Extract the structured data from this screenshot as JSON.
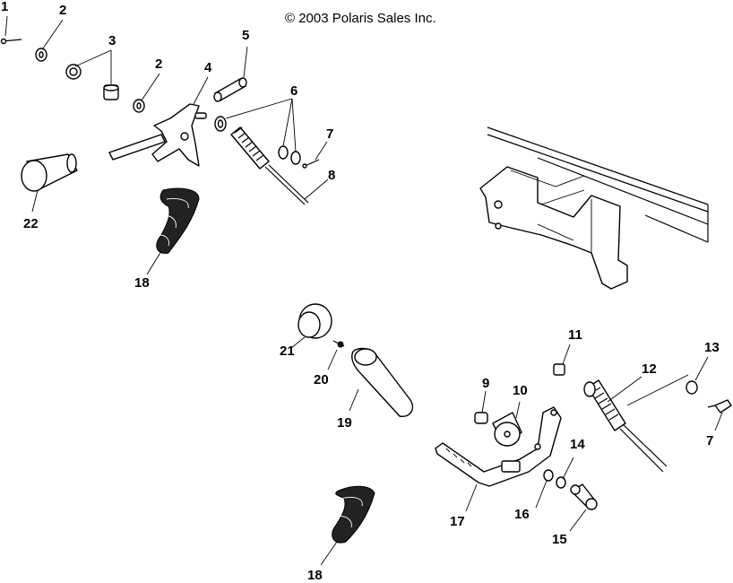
{
  "copyright": "© 2003 Polaris Sales Inc.",
  "callouts": {
    "c1": "1",
    "c2a": "2",
    "c2b": "2",
    "c3": "3",
    "c4": "4",
    "c5": "5",
    "c6": "6",
    "c7a": "7",
    "c7b": "7",
    "c8": "8",
    "c9": "9",
    "c10": "10",
    "c11": "11",
    "c12": "12",
    "c13": "13",
    "c14": "14",
    "c15": "15",
    "c16": "16",
    "c17": "17",
    "c18a": "18",
    "c18b": "18",
    "c19": "19",
    "c20": "20",
    "c21": "21",
    "c22": "22"
  }
}
